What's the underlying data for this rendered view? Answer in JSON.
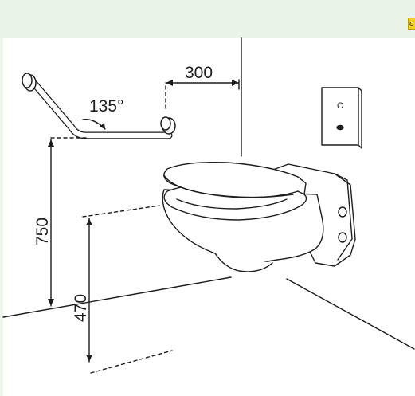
{
  "badge": {
    "text": "c"
  },
  "dimensions": {
    "wall_offset": "300",
    "bar_angle": "135°",
    "bar_height": "750",
    "seat_height": "470"
  },
  "flush_plate": {
    "button_label": "O"
  },
  "colors": {
    "frame_bg": "#edf5ed",
    "line": "#1d1d1b",
    "panel_bg": "#ffffff",
    "badge": "#f3d21c"
  }
}
